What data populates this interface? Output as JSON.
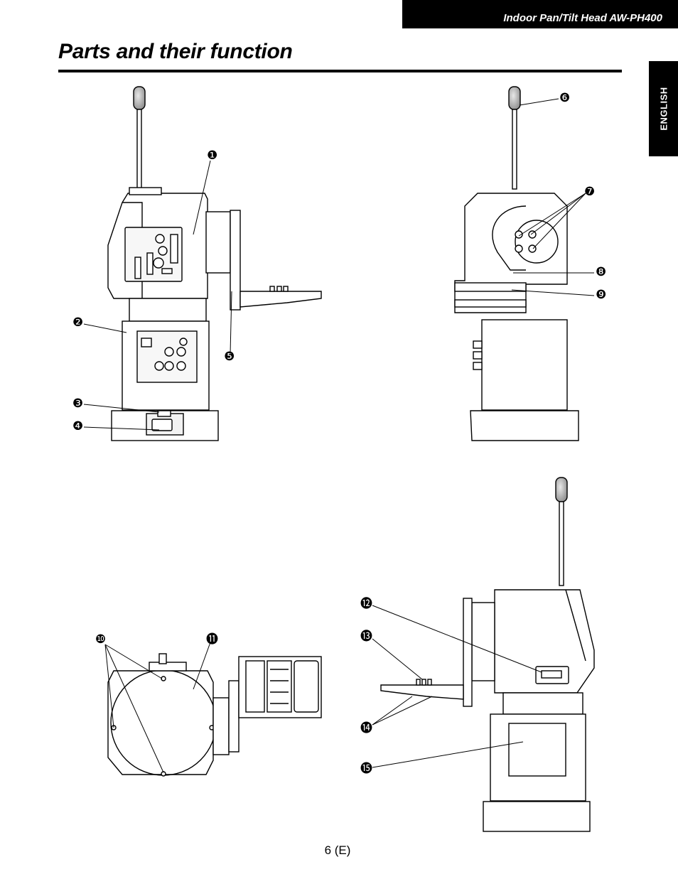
{
  "header": {
    "product": "Indoor Pan/Tilt Head  AW-PH400"
  },
  "title": "Parts and their function",
  "language_tab": "ENGLISH",
  "callouts": [
    {
      "num": "1",
      "glyph": "❶"
    },
    {
      "num": "2",
      "glyph": "❷"
    },
    {
      "num": "3",
      "glyph": "❸"
    },
    {
      "num": "4",
      "glyph": "❹"
    },
    {
      "num": "5",
      "glyph": "❺"
    },
    {
      "num": "6",
      "glyph": "❻"
    },
    {
      "num": "7",
      "glyph": "❼"
    },
    {
      "num": "8",
      "glyph": "❽"
    },
    {
      "num": "9",
      "glyph": "❾"
    },
    {
      "num": "10",
      "glyph": "❿"
    },
    {
      "num": "11",
      "glyph": "⓫"
    },
    {
      "num": "12",
      "glyph": "⓬"
    },
    {
      "num": "13",
      "glyph": "⓭"
    },
    {
      "num": "14",
      "glyph": "⓮"
    },
    {
      "num": "15",
      "glyph": "⓯"
    }
  ],
  "page_number": "6 (E)"
}
